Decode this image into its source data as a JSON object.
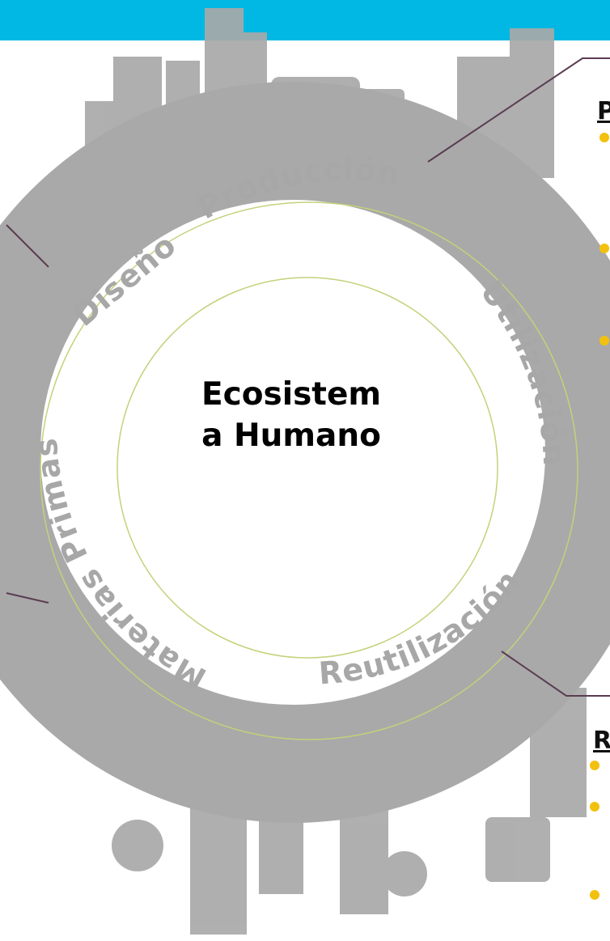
{
  "diagram": {
    "center_title": "Ecosistem\na Humano",
    "stages": [
      {
        "label": "Producción"
      },
      {
        "label": "Utilización"
      },
      {
        "label": "Reutilización"
      },
      {
        "label": "Materias Primas"
      },
      {
        "label": "Diseño"
      }
    ],
    "side_headings": [
      "P",
      "R"
    ],
    "colors": {
      "top_bar": "#00b8e3",
      "city_silhouette": "#a9a9a9",
      "ring_text": "#a7a7a7",
      "inner_circles": "#c5d17a",
      "connector_lines": "#5a3d52",
      "bullets": "#f2c10f"
    }
  }
}
